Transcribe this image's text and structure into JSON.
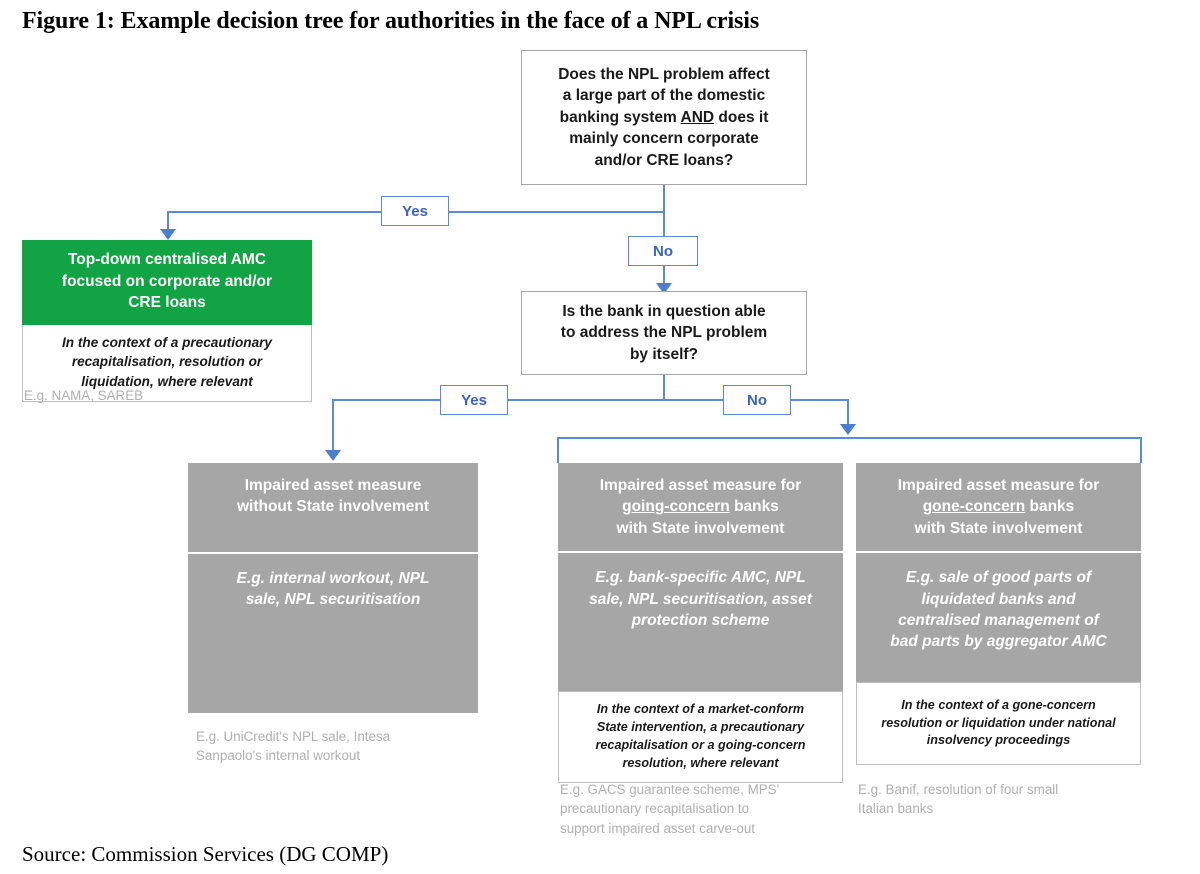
{
  "figure": {
    "title": "Figure 1: Example decision tree for authorities in the face of a NPL crisis",
    "source": "Source: Commission Services (DG COMP)"
  },
  "colors": {
    "connector_blue": "#5b8ad6",
    "label_blue": "#3d63c0",
    "amc_green": "#12a444",
    "measure_grey": "#a6a6a6",
    "caption_grey": "#b0b0b0",
    "box_border": "#a6a6a6"
  },
  "nodes": {
    "q1": {
      "line1": "Does the NPL problem affect",
      "line2": "a large part of the domestic",
      "line3_a": "banking system ",
      "line3_b": "AND",
      "line3_c": " does it",
      "line4": "mainly concern corporate",
      "line5": "and/or CRE loans?"
    },
    "q2": {
      "line1": "Is the bank in question able",
      "line2": "to address the NPL problem",
      "line3": "by itself?"
    }
  },
  "labels": {
    "q1_yes": "Yes",
    "q1_no": "No",
    "q2_yes": "Yes",
    "q2_no": "No"
  },
  "outcomes": {
    "amc": {
      "head_line1": "Top-down centralised AMC",
      "head_line2": "focused on corporate and/or",
      "head_line3": "CRE loans",
      "body_line1": "In the context of a precautionary",
      "body_line2": "recapitalisation, resolution or",
      "body_line3": "liquidation, where relevant",
      "caption": "E.g. NAMA, SAREB"
    },
    "no_state": {
      "head_line1": "Impaired asset measure",
      "head_line2": "without State involvement",
      "eg_line1": "E.g. internal workout, NPL",
      "eg_line2": "sale, NPL securitisation",
      "caption_line1": "E.g. UniCredit's NPL sale, Intesa",
      "caption_line2": "Sanpaolo's internal workout"
    },
    "going_concern": {
      "head_line1": "Impaired asset measure for",
      "head_line2_underline": "going-concern",
      "head_line2_rest": " banks",
      "head_line3": "with State involvement",
      "eg_line1": "E.g. bank-specific AMC, NPL",
      "eg_line2": "sale, NPL securitisation, asset",
      "eg_line3": "protection scheme",
      "context_line1": "In the context of a market-conform",
      "context_line2": "State intervention, a precautionary",
      "context_line3": "recapitalisation or a going-concern",
      "context_line4": "resolution, where relevant",
      "caption_line1": "E.g. GACS guarantee scheme, MPS'",
      "caption_line2": "precautionary recapitalisation to",
      "caption_line3": "support impaired asset carve-out"
    },
    "gone_concern": {
      "head_line1": "Impaired asset measure for",
      "head_line2_underline": "gone-concern",
      "head_line2_rest": " banks",
      "head_line3": "with State involvement",
      "eg_line1": "E.g. sale of good parts of",
      "eg_line2": "liquidated banks and",
      "eg_line3": "centralised management of",
      "eg_line4": "bad parts by aggregator AMC",
      "context_line1": "In the context of a gone-concern",
      "context_line2": "resolution or liquidation under national",
      "context_line3": "insolvency proceedings",
      "caption_line1": "E.g. Banif,  resolution of four small",
      "caption_line2": "Italian banks"
    }
  }
}
